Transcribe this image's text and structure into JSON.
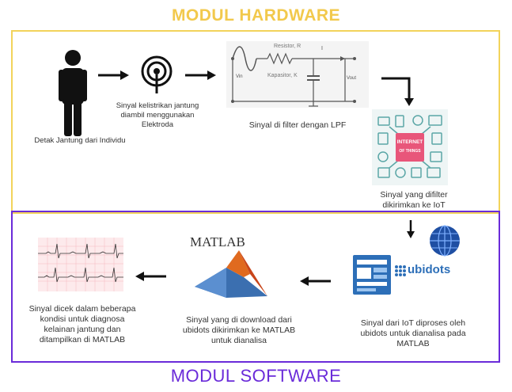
{
  "titles": {
    "hardware": "MODUL HARDWARE",
    "software": "MODUL SOFTWARE"
  },
  "captions": {
    "person": "Detak Jantung dari Individu",
    "electrode": "Sinyal kelistrikan jantung diambil menggunakan Elektroda",
    "lpf": "Sinyal di filter dengan LPF",
    "iot": "Sinyal yang difilter dikirimkan ke IoT",
    "ubidots": "Sinyal dari IoT diproses oleh ubidots untuk dianalisa pada MATLAB",
    "matlab": "Sinyal yang di download dari ubidots dikirimkan ke MATLAB untuk dianalisa",
    "ecg": "Sinyal dicek dalam beberapa kondisi untuk diagnosa kelainan jantung dan ditampilkan di MATLAB"
  },
  "circuit": {
    "resistor_label": "Resistor, R",
    "capacitor_label": "Kapasitor, K",
    "current_label": "I",
    "vin_label": "Vin",
    "vout_label": "Vout"
  },
  "iot_image": {
    "line1": "INTERNET",
    "line2": "OF THINGS"
  },
  "logos": {
    "matlab": "MATLAB",
    "ubidots": "ubidots"
  },
  "colors": {
    "hardware_accent": "#f2c94c",
    "software_accent": "#6a2bd9",
    "ubidots_blue": "#2d6fb8"
  }
}
